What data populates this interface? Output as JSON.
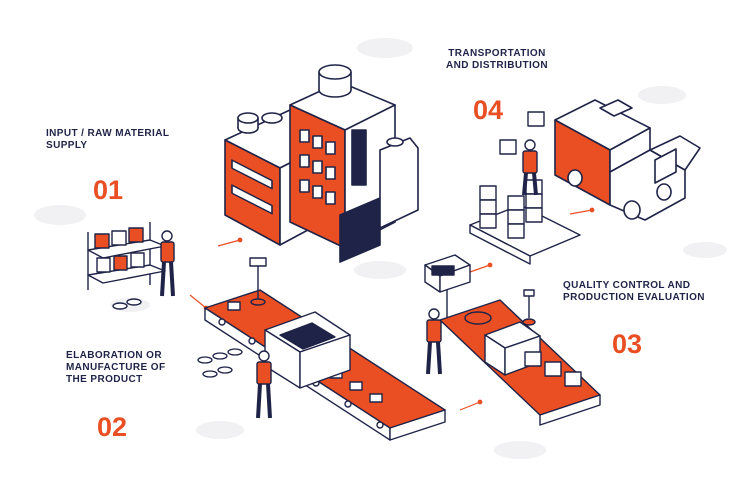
{
  "steps": [
    {
      "number": "01",
      "label": "INPUT / RAW MATERIAL SUPPLY"
    },
    {
      "number": "02",
      "label": "ELABORATION OR MANUFACTURE OF THE PRODUCT"
    },
    {
      "number": "03",
      "label": "QUALITY CONTROL AND PRODUCTION EVALUATION"
    },
    {
      "number": "04",
      "label": "TRANSPORTATION AND DISTRIBUTION"
    }
  ],
  "colors": {
    "accent": "#ea4e23",
    "ink": "#1f2347",
    "cloud": "#f1f1f3"
  },
  "icons": [
    "factory-icon",
    "shelf-icon",
    "worker-icon",
    "conveyor-icon",
    "press-machine-icon",
    "inspection-machine-icon",
    "boxes-icon",
    "truck-icon"
  ]
}
